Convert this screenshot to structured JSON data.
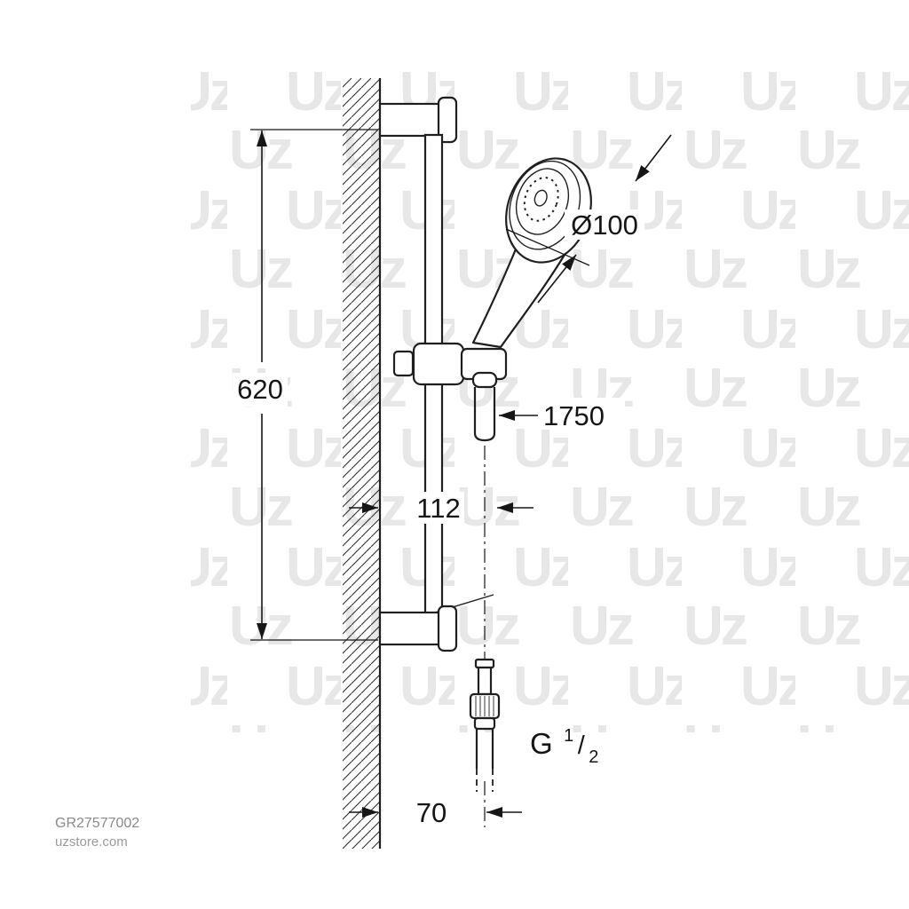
{
  "colors": {
    "background": "#ffffff",
    "line": "#1f1f1f",
    "dimension_text": "#161616",
    "watermark": "#e7e7e7",
    "footer_text": "#8f8f8f"
  },
  "watermark": {
    "tile_text": "Uz"
  },
  "dimensions": {
    "rail_height": "620",
    "head_diameter": "Ø100",
    "hose_length": "1750",
    "holder_wall_offset": "112",
    "bottom_wall_offset": "70"
  },
  "thread_label": {
    "base": "G",
    "numerator": "1",
    "slash": "/",
    "denominator": "2"
  },
  "footer": {
    "product_code": "GR27577002",
    "site": "uzstore.com"
  }
}
